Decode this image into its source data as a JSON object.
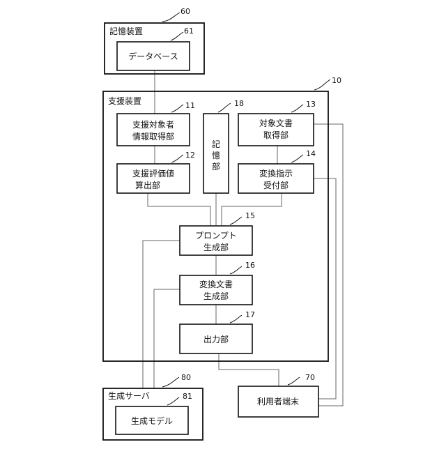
{
  "storage": {
    "ref": "60",
    "title": "記憶装置",
    "db_ref": "61",
    "db_label": "データベース"
  },
  "support": {
    "ref": "10",
    "title": "支援装置",
    "target_info": {
      "ref": "11",
      "line1": "支援対象者",
      "line2": "情報取得部"
    },
    "eval": {
      "ref": "12",
      "line1": "支援評価値",
      "line2": "算出部"
    },
    "memory": {
      "ref": "18",
      "chars": [
        "記",
        "憶",
        "部"
      ]
    },
    "doc_get": {
      "ref": "13",
      "line1": "対象文書",
      "line2": "取得部"
    },
    "instr": {
      "ref": "14",
      "line1": "変換指示",
      "line2": "受付部"
    },
    "prompt": {
      "ref": "15",
      "line1": "プロンプト",
      "line2": "生成部"
    },
    "conv": {
      "ref": "16",
      "line1": "変換文書",
      "line2": "生成部"
    },
    "output": {
      "ref": "17",
      "label": "出力部"
    }
  },
  "server": {
    "ref": "80",
    "title": "生成サーバ",
    "model_ref": "81",
    "model_label": "生成モデル"
  },
  "terminal": {
    "ref": "70",
    "label": "利用者端末"
  }
}
